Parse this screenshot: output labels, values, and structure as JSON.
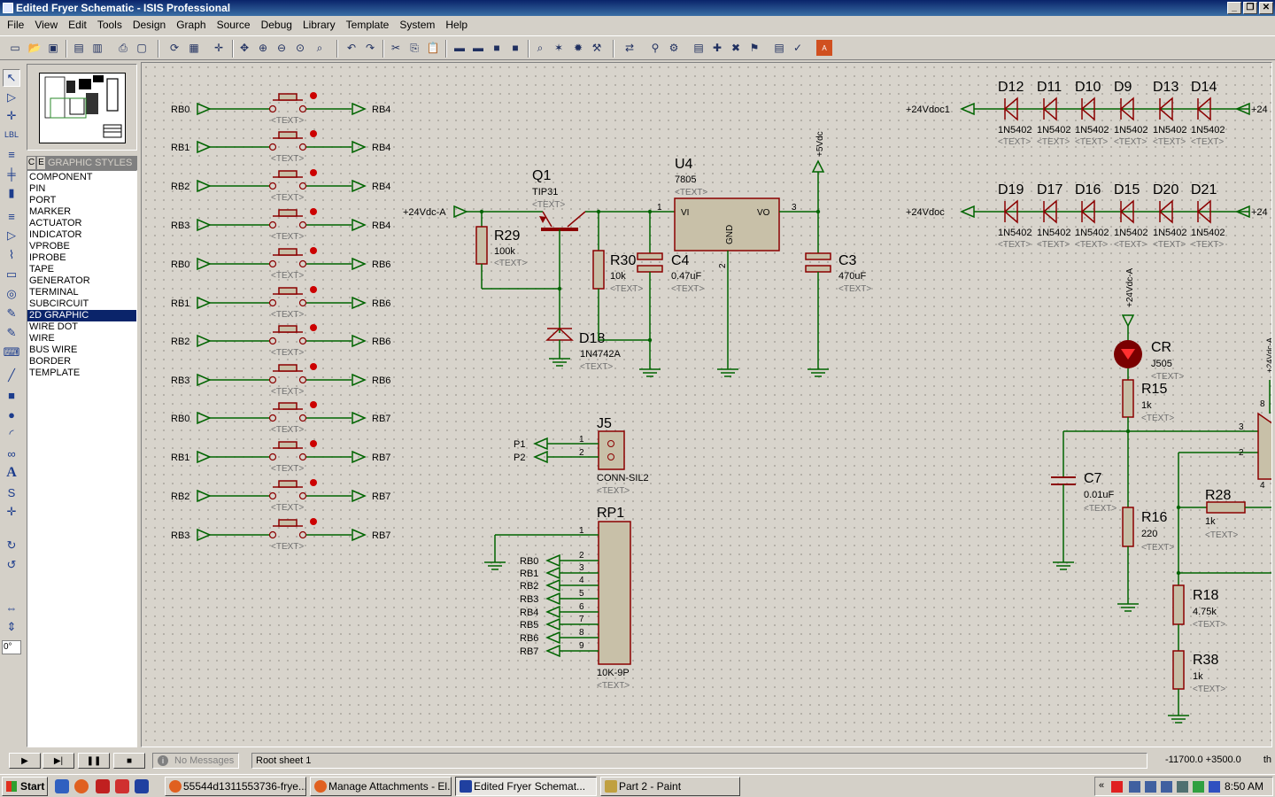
{
  "window": {
    "title": "Edited Fryer Schematic - ISIS Professional"
  },
  "menu": [
    "File",
    "View",
    "Edit",
    "Tools",
    "Design",
    "Graph",
    "Source",
    "Debug",
    "Library",
    "Template",
    "System",
    "Help"
  ],
  "style_panel": {
    "tab_c": "C",
    "tab_e": "E",
    "header": "GRAPHIC STYLES",
    "items": [
      "COMPONENT",
      "PIN",
      "PORT",
      "MARKER",
      "ACTUATOR",
      "INDICATOR",
      "VPROBE",
      "IPROBE",
      "TAPE",
      "GENERATOR",
      "TERMINAL",
      "SUBCIRCUIT",
      "2D GRAPHIC",
      "WIRE DOT",
      "WIRE",
      "BUS WIRE",
      "BORDER",
      "TEMPLATE"
    ],
    "selected": "2D GRAPHIC"
  },
  "rotation": "0°",
  "status": {
    "messages": "No Messages",
    "sheet": "Root sheet 1",
    "coords": "-11700.0  +3500.0",
    "unit": "th"
  },
  "taskbar": {
    "start": "Start",
    "tasks": [
      "55544d1311553736-frye...",
      "Manage Attachments - El...",
      "Edited Fryer Schemat...",
      "Part 2 - Paint"
    ],
    "clock": "8:50 AM"
  },
  "schematic": {
    "text_placeholder": "<TEXT>",
    "button_rows": [
      {
        "left": "RB0",
        "right": "RB4"
      },
      {
        "left": "RB1",
        "right": "RB4"
      },
      {
        "left": "RB2",
        "right": "RB4"
      },
      {
        "left": "RB3",
        "right": "RB4"
      },
      {
        "left": "RB0",
        "right": "RB6"
      },
      {
        "left": "RB1",
        "right": "RB6"
      },
      {
        "left": "RB2",
        "right": "RB6"
      },
      {
        "left": "RB3",
        "right": "RB6"
      },
      {
        "left": "RB0",
        "right": "RB7"
      },
      {
        "left": "RB1",
        "right": "RB7"
      },
      {
        "left": "RB2",
        "right": "RB7"
      },
      {
        "left": "RB3",
        "right": "RB7"
      }
    ],
    "regulator": {
      "input_label": "+24Vdc-A",
      "q1": {
        "ref": "Q1",
        "value": "TIP31"
      },
      "r29": {
        "ref": "R29",
        "value": "100k"
      },
      "r30": {
        "ref": "R30",
        "value": "10k"
      },
      "c4": {
        "ref": "C4",
        "value": "0.47uF"
      },
      "u4": {
        "ref": "U4",
        "value": "7805",
        "pin_vi": "VI",
        "pin_vo": "VO",
        "pin_gnd": "GND",
        "pin1": "1",
        "pin2": "2",
        "pin3": "3"
      },
      "c3": {
        "ref": "C3",
        "value": "470uF"
      },
      "d18": {
        "ref": "D18",
        "value": "1N4742A"
      },
      "vcc_label": "+5Vdc"
    },
    "diode_row1": {
      "port": "+24Vdoc1",
      "port_right": "+24",
      "refs": [
        "D12",
        "D11",
        "D10",
        "D9",
        "D13",
        "D14"
      ],
      "values": [
        "1N5402",
        "1N5402",
        "1N5402",
        "1N5402",
        "1N5402",
        "1N5402"
      ]
    },
    "diode_row2": {
      "port": "+24Vdoc",
      "port_right": "+24",
      "refs": [
        "D19",
        "D17",
        "D16",
        "D15",
        "D20",
        "D21"
      ],
      "values": [
        "1N5402",
        "1N5402",
        "1N5402",
        "1N5402",
        "1N5402",
        "1N5402"
      ]
    },
    "j5": {
      "ref": "J5",
      "value": "CONN-SIL2",
      "pins": [
        "1",
        "2"
      ],
      "labels": [
        "P1",
        "P2"
      ]
    },
    "rp1": {
      "ref": "RP1",
      "value": "10K-9P",
      "pins": [
        "1",
        "2",
        "3",
        "4",
        "5",
        "6",
        "7",
        "8",
        "9"
      ],
      "labels": [
        "RB0",
        "RB1",
        "RB2",
        "RB3",
        "RB4",
        "RB5",
        "RB6",
        "RB7"
      ]
    },
    "right_circuit": {
      "probe": "+24Vdc-A",
      "cr": {
        "ref": "CR",
        "value": "J505"
      },
      "r15": {
        "ref": "R15",
        "value": "1k"
      },
      "c7": {
        "ref": "C7",
        "value": "0.01uF"
      },
      "r16": {
        "ref": "R16",
        "value": "220"
      },
      "r28": {
        "ref": "R28",
        "value": "1k"
      },
      "r18": {
        "ref": "R18",
        "value": "4.75k"
      },
      "r38": {
        "ref": "R38",
        "value": "1k"
      },
      "pins": [
        "3",
        "2",
        "8",
        "4"
      ],
      "edge_label": "+24Vdc-A"
    }
  }
}
